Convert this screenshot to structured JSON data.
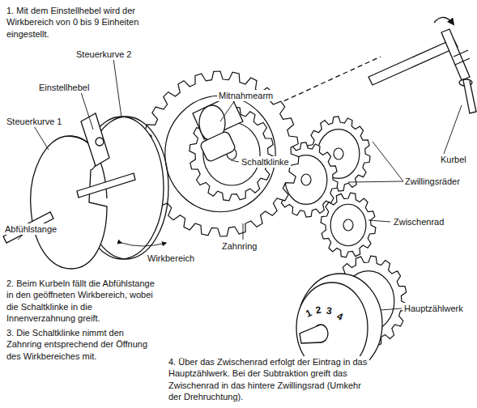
{
  "diagram": {
    "labels": [
      "1. Mit dem Einstellhebel wird der Wirkbereich von 0 bis 9 Einheiten eingestellt.",
      "Steuerkurve 2",
      "Einstellhebel",
      "Steuerkurve 1",
      "Mitnahmearm",
      "Schaltklinke",
      "Kurbel",
      "Zwillingsräder",
      "Zwischenrad",
      "Zahnring",
      "Abfühlstange",
      "Wirkbereich",
      "2. Beim Kurbeln fällt die Abfühlstange in den geöffneten Wirkbereich, wobei die Schaltklinke in die Innenverzahnung greift.",
      "3. Die Schaltklinke nimmt den Zahnring entsprechend der Öffnung des Wirkbereiches mit.",
      "4. Über das Zwischenrad erfolgt der Eintrag in das Hauptzählwerk. Bei der Subtraktion greift das Zwischenrad in das hintere Zwillingsrad (Umkehr der Drehruchtung).",
      "Hauptzählwerk",
      "1",
      "2",
      "3",
      "4"
    ]
  }
}
